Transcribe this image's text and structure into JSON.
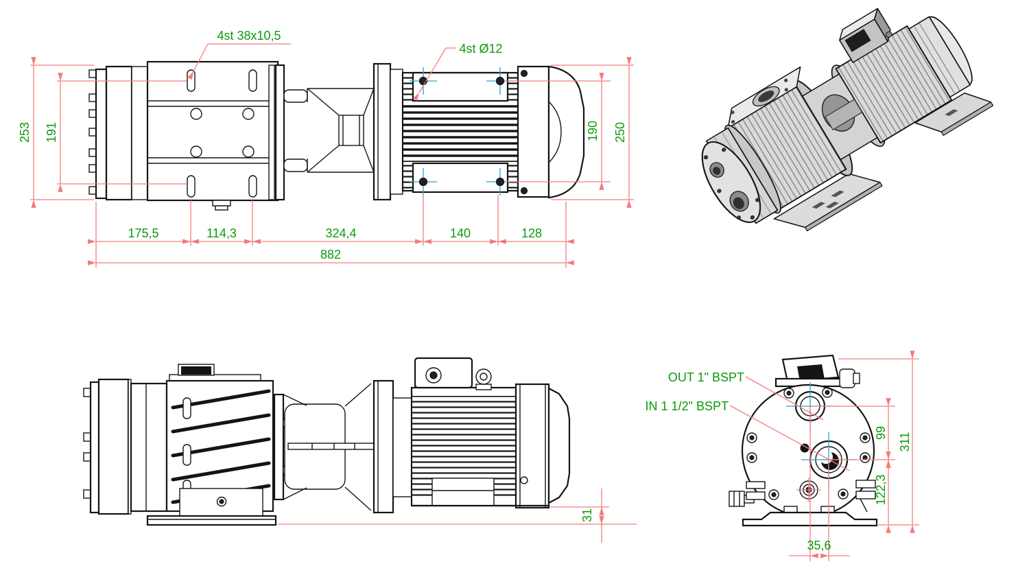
{
  "drawing": {
    "type": "technical-dimension-drawing",
    "subject": "pump-motor-assembly",
    "colors": {
      "geometry": "#141414",
      "dimension_lines": "#f47c7c",
      "dimension_text": "#0b9b0b",
      "centerlines": "#2f9fd8",
      "background": "#ffffff"
    },
    "notes": {
      "slot": "4st 38x10,5",
      "hole": "4st Ø12",
      "out": "OUT 1\" BSPT",
      "in": "IN 1 1/2\" BSPT"
    },
    "dims": {
      "h253": "253",
      "h191": "191",
      "h190": "190",
      "h250": "250",
      "s1": "175,5",
      "s2": "114,3",
      "s3": "324,4",
      "s4": "140",
      "s5": "128",
      "total": "882",
      "foot": "31",
      "v99": "99",
      "v122": "122,3",
      "v311": "311",
      "h35": "35,6"
    }
  }
}
